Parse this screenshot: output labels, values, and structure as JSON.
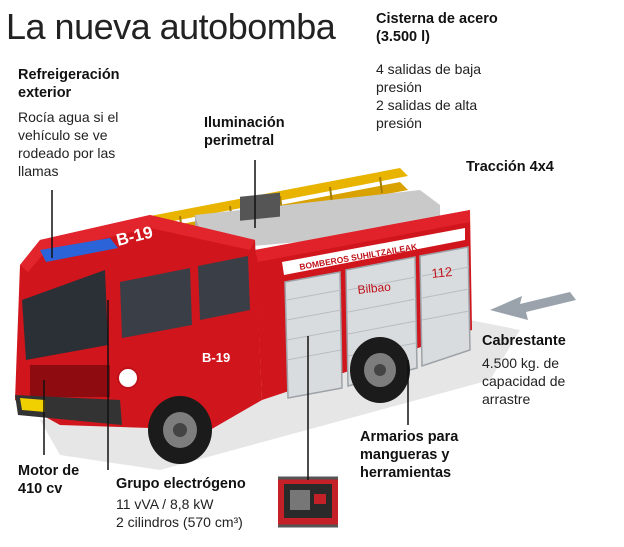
{
  "title": "La nueva autobomba",
  "callouts": {
    "refrigeracion": {
      "heading_1": "Refreigeración",
      "heading_2": "exterior",
      "text": [
        "Rocía agua si el",
        "vehículo se ve",
        "rodeado por las",
        "llamas"
      ]
    },
    "iluminacion": {
      "heading_1": "Iluminación",
      "heading_2": "perimetral"
    },
    "cisterna": {
      "heading_1": "Cisterna de acero",
      "heading_2": "(3.500 l)",
      "text": [
        "4 salidas de baja",
        "presión",
        "2 salidas de alta",
        "presión"
      ]
    },
    "traccion": {
      "heading": "Tracción 4x4"
    },
    "cabrestante": {
      "heading": "Cabrestante",
      "text": [
        "4.500 kg. de",
        "capacidad de",
        "arrastre"
      ]
    },
    "armarios": {
      "lines": [
        "Armarios para",
        "mangueras y",
        "herramientas"
      ]
    },
    "motor": {
      "lines": [
        "Motor de",
        "410 cv"
      ]
    },
    "grupo": {
      "heading": "Grupo electrógeno",
      "text": [
        "11 vVA / 8,8 kW",
        "2 cilindros (570 cm³)"
      ]
    }
  },
  "truck": {
    "cab_number": "B-19",
    "roof_number": "B-19",
    "body_banner": "BOMBEROS SUHILTZAILEAK",
    "city_logo": "Bilbao",
    "emergency_number": "112",
    "colors": {
      "red": "#d0151c",
      "dark_red": "#8e0b10",
      "shutter": "#d9dcdf",
      "ladder": "#e8b400",
      "beacon": "#2a64d8"
    }
  }
}
